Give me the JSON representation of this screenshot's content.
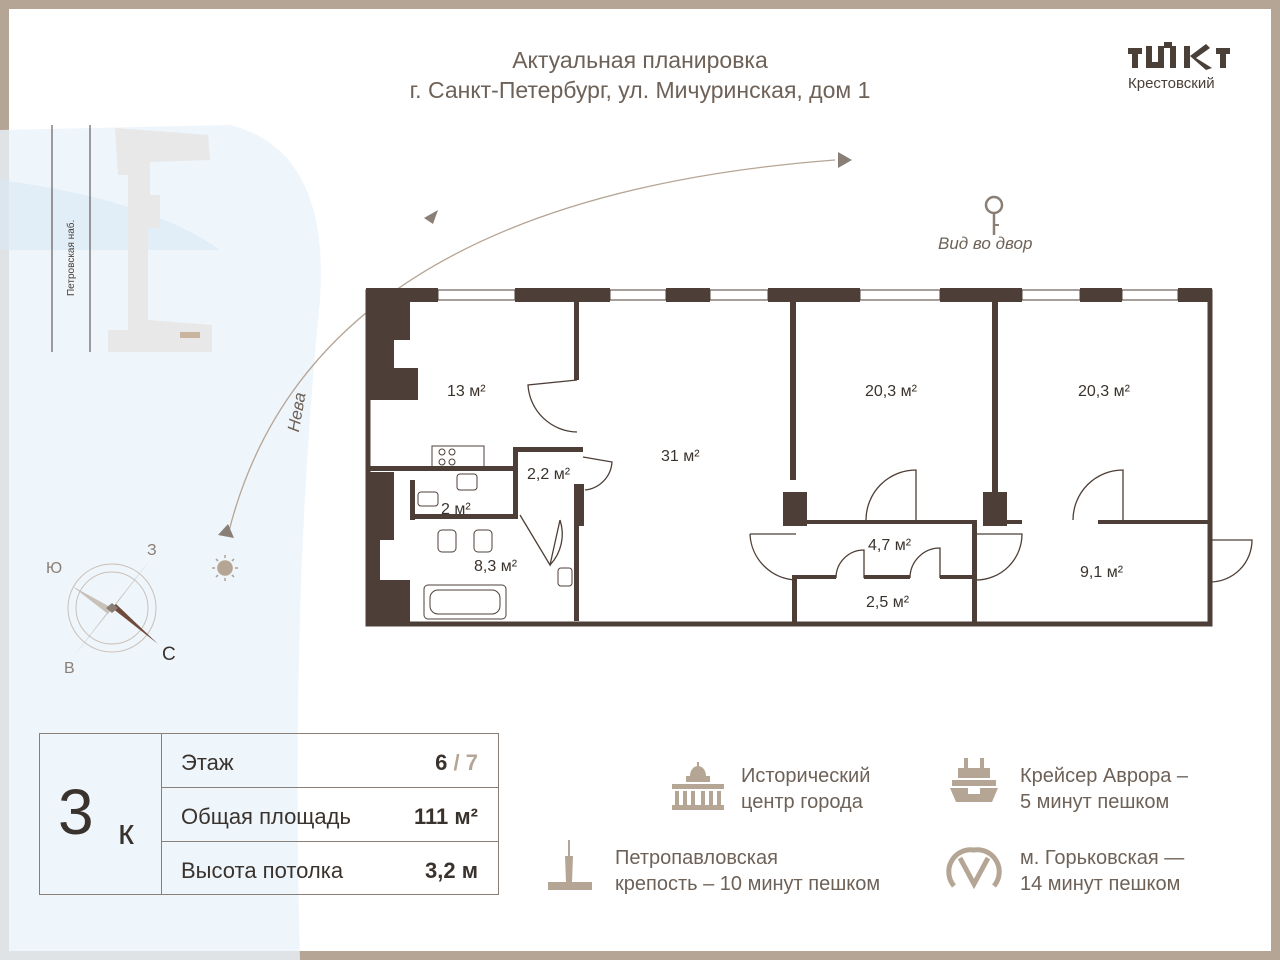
{
  "header": {
    "title_line1": "Актуальная планировка",
    "title_line2": "г. Санкт-Петербург, ул. Мичуринская, дом 1"
  },
  "brand": {
    "logo_text": "Крестовский",
    "color": "#4a4038"
  },
  "map": {
    "street_label": "Петровская наб.",
    "river_label": "Нева",
    "view_label": "Вид во двор",
    "compass": {
      "south": "Ю",
      "north": "З",
      "west": "В",
      "east": "С"
    }
  },
  "rooms": [
    {
      "id": "bedroom1",
      "area": "13 м²"
    },
    {
      "id": "living",
      "area": "31 м²"
    },
    {
      "id": "room2",
      "area": "20,3 м²"
    },
    {
      "id": "room3",
      "area": "20,3 м²"
    },
    {
      "id": "wc",
      "area": "2,2 м²"
    },
    {
      "id": "bath-small",
      "area": "2 м²"
    },
    {
      "id": "bathroom",
      "area": "8,3 м²"
    },
    {
      "id": "hall",
      "area": "4,7 м²"
    },
    {
      "id": "storage",
      "area": "2,5 м²"
    },
    {
      "id": "room4",
      "area": "9,1 м²"
    }
  ],
  "summary": {
    "rooms_number": "3",
    "rooms_suffix": "к",
    "rows": [
      {
        "label": "Этаж",
        "value": "6",
        "value_suffix": " / 7"
      },
      {
        "label": "Общая площадь",
        "value": "111 м²",
        "value_suffix": ""
      },
      {
        "label": "Высота потолка",
        "value": "3,2 м",
        "value_suffix": ""
      }
    ]
  },
  "poi": [
    {
      "icon": "museum-icon",
      "line1": "Исторический",
      "line2": "центр города"
    },
    {
      "icon": "ship-icon",
      "line1": "Крейсер Аврора –",
      "line2": "5 минут пешком"
    },
    {
      "icon": "spire-icon",
      "line1": "Петропавловская",
      "line2": "крепость – 10 минут пешком"
    },
    {
      "icon": "metro-icon",
      "line1": "м. Горьковская  —",
      "line2": "14 минут пешком"
    }
  ],
  "colors": {
    "wall": "#4d3f37",
    "accent": "#b5a595",
    "text": "#3a332d",
    "river": "#d9e8f5"
  }
}
